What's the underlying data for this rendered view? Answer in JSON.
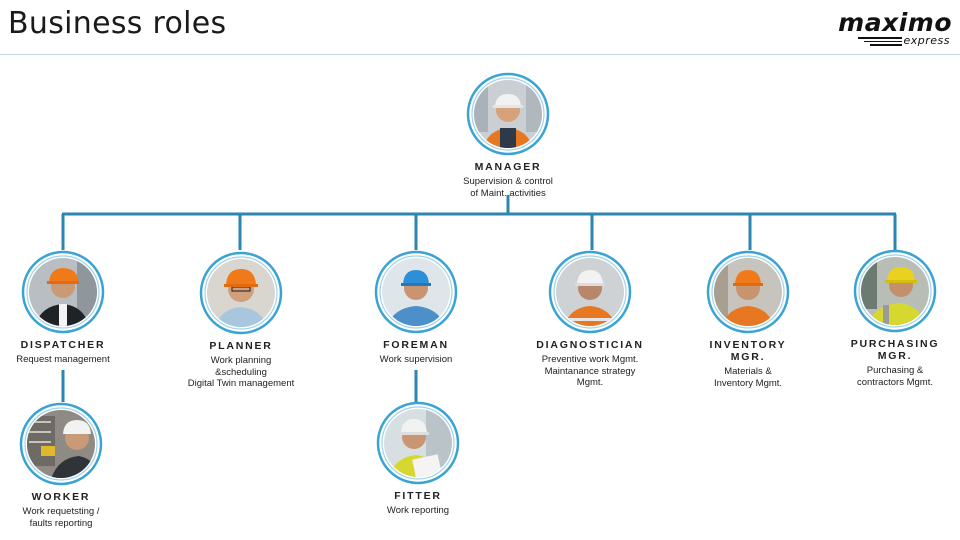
{
  "header": {
    "title": "Business roles",
    "logo_main": "maximo",
    "logo_sub": "express"
  },
  "colors": {
    "connector": "#2b86b0",
    "ring": "#3aa3d3",
    "vest_orange": "#e87722",
    "vest_yellow": "#d6d830",
    "helmet_white": "#f2f2f2",
    "helmet_orange": "#f07a1a",
    "helmet_blue": "#2e8fd9"
  },
  "roles": {
    "manager": {
      "name": "MANAGER",
      "desc": [
        "Supervision & control",
        "of Maint. activities"
      ]
    },
    "dispatcher": {
      "name": "DISPATCHER",
      "desc": [
        "Request management"
      ]
    },
    "planner": {
      "name": "PLANNER",
      "desc": [
        "Work planning",
        "&scheduling",
        "Digital Twin management"
      ]
    },
    "foreman": {
      "name": "FOREMAN",
      "desc": [
        "Work supervision"
      ]
    },
    "diagnostician": {
      "name": "DIAGNOSTICIAN",
      "desc": [
        "Preventive work  Mgmt.",
        "Maintanance strategy",
        "Mgmt."
      ]
    },
    "inventory": {
      "name": "INVENTORY",
      "name2": "MGR.",
      "desc": [
        "Materials &",
        "Inventory Mgmt."
      ]
    },
    "purchasing": {
      "name": "PURCHASING",
      "name2": "MGR.",
      "desc": [
        "Purchasing &",
        "contractors Mgmt."
      ]
    },
    "worker": {
      "name": "WORKER",
      "desc": [
        "Work requetsting /",
        "faults reporting"
      ]
    },
    "fitter": {
      "name": "FITTER",
      "desc": [
        "Work reporting"
      ]
    }
  }
}
